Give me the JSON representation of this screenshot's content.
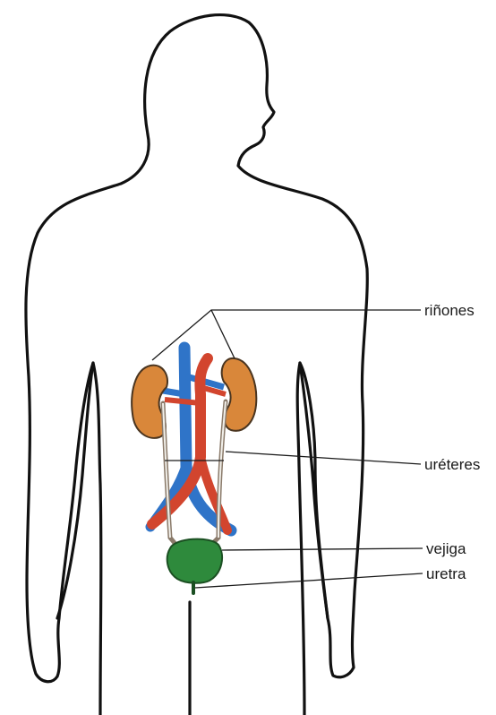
{
  "labels": {
    "kidneys": "riñones",
    "ureters": "uréteres",
    "bladder": "vejiga",
    "urethra": "uretra"
  },
  "colors": {
    "kidney": "#d9873a",
    "vein": "#2f74c8",
    "artery": "#d2452e",
    "bladder": "#2e8a3c",
    "outline": "#111111"
  }
}
